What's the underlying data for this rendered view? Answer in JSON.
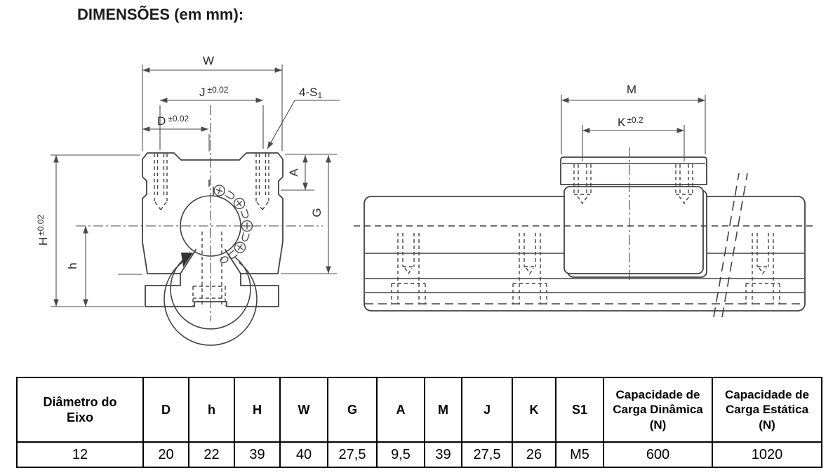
{
  "title": "DIMENSÕES (em mm):",
  "drawing": {
    "front_view": {
      "dim_w": "W",
      "dim_j": "J",
      "dim_j_tol": "±0.02",
      "dim_d": "D",
      "dim_d_tol": "±0.02",
      "screw_label": "4-S",
      "screw_label_sub": "1",
      "dim_a": "A",
      "dim_g": "G",
      "dim_H": "H",
      "dim_H_tol": "±0.02",
      "dim_h": "h"
    },
    "side_view": {
      "dim_m": "M",
      "dim_k": "K",
      "dim_k_tol": "±0.2"
    }
  },
  "table": {
    "headers": [
      "Diâmetro do Eixo",
      "D",
      "h",
      "H",
      "W",
      "G",
      "A",
      "M",
      "J",
      "K",
      "S1",
      "Capacidade de Carga Dinâmica (N)",
      "Capacidade de Carga Estática (N)"
    ],
    "row": [
      "12",
      "20",
      "22",
      "39",
      "40",
      "27,5",
      "9,5",
      "39",
      "27,5",
      "26",
      "M5",
      "600",
      "1020"
    ]
  },
  "colors": {
    "line": "#424242",
    "text": "#2b2b2b",
    "table_border": "#000000",
    "background": "#ffffff"
  }
}
